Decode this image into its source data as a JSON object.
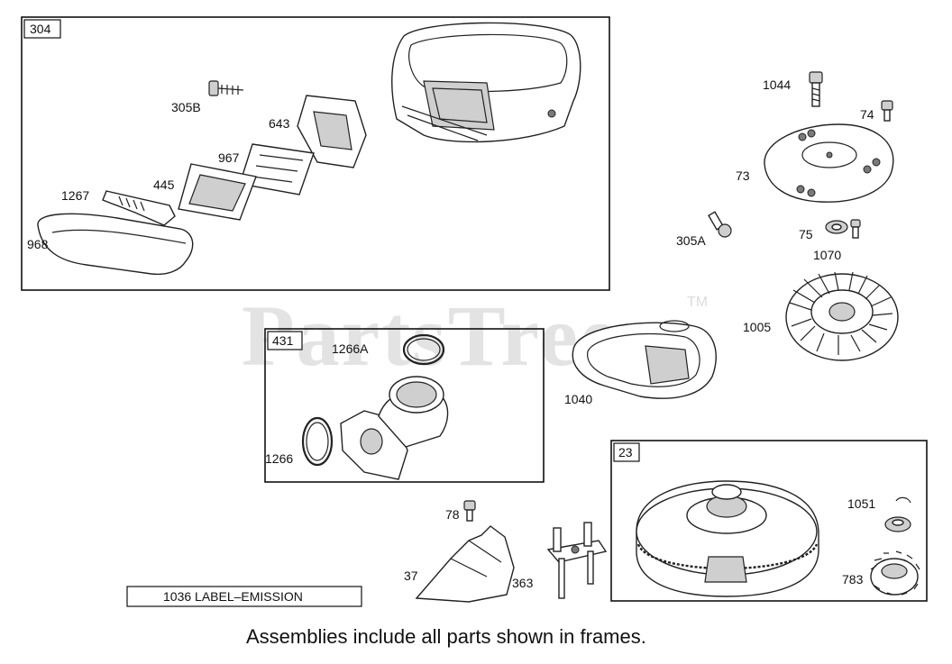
{
  "watermark": {
    "text": "PartsTree",
    "tm": "TM"
  },
  "frames": [
    {
      "id": "304"
    },
    {
      "id": "431"
    },
    {
      "id": "23"
    }
  ],
  "labels": {
    "p305B": "305B",
    "p643": "643",
    "p967": "967",
    "p445": "445",
    "p1267": "1267",
    "p968": "968",
    "p1044": "1044",
    "p74": "74",
    "p73": "73",
    "p305A": "305A",
    "p75": "75",
    "p1070": "1070",
    "p1005": "1005",
    "p1266A": "1266A",
    "p1266": "1266",
    "p1040": "1040",
    "p78": "78",
    "p37": "37",
    "p363": "363",
    "p1051": "1051",
    "p783": "783"
  },
  "label_box": {
    "text": "1036 LABEL–EMISSION"
  },
  "caption": {
    "text": "Assemblies include all parts shown in frames."
  }
}
